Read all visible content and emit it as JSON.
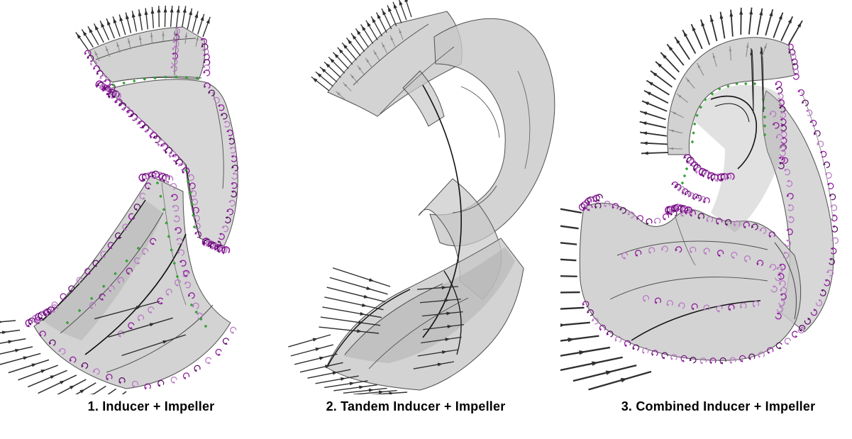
{
  "page": {
    "background": "#ffffff"
  },
  "panels": [
    {
      "id": "1",
      "caption": "1. Inducer + Impeller",
      "annotations": [
        "flow-arrows",
        "rotation-constraint-markers",
        "node-markers"
      ]
    },
    {
      "id": "2",
      "caption": "2. Tandem Inducer + Impeller",
      "annotations": [
        "flow-arrows"
      ]
    },
    {
      "id": "3",
      "caption": "3. Combined Inducer + Impeller",
      "annotations": [
        "flow-arrows",
        "rotation-constraint-markers",
        "node-markers"
      ]
    }
  ],
  "annotation_glyphs": {
    "flow-arrow-icon": {
      "shape": "straight-arrow",
      "color": "#2e2e2e"
    },
    "flow-arrow-faint-icon": {
      "shape": "straight-arrow",
      "color": "#8a8a8a"
    },
    "rotation-constraint-icon": {
      "shape": "curved-hook-arrow",
      "color": "#8d189c"
    },
    "node-marker-icon": {
      "shape": "small-square",
      "color": "#2fae2f"
    }
  },
  "colors": {
    "background": "#ffffff",
    "surface": "#c8c8c8",
    "surface_shade": "#aaaaaa",
    "edge": "#4f4f4f",
    "edge_dark": "#111111",
    "arrow": "#2e2e2e",
    "arrow_gray": "#8a8a8a",
    "purple": "#8d189c",
    "purple_dark": "#5f0d6b",
    "purple_light": "#b877c4",
    "green": "#2fae2f",
    "green_dark": "#1c7a1c",
    "caption_text": "#000000"
  }
}
